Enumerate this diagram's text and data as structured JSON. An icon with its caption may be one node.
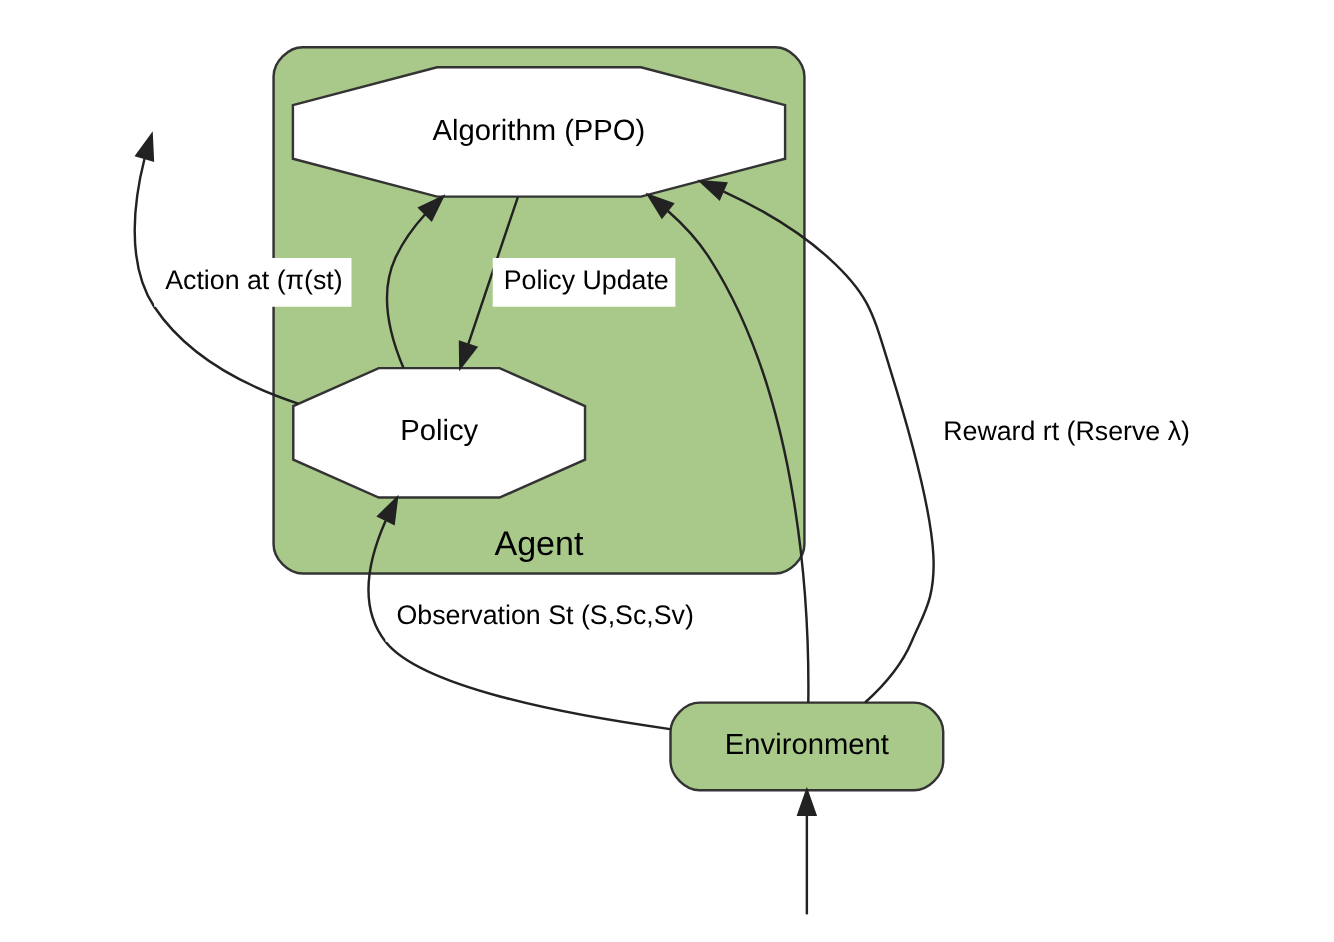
{
  "diagram": {
    "nodes": [
      {
        "text": [
          "Agent"
        ]
      },
      {
        "text": [
          "Policy"
        ],
        "in": 0
      },
      {
        "text": [
          "Algorithm (PPO)"
        ],
        "in": 0
      },
      {
        "text": [
          "Environment"
        ]
      }
    ],
    "edges": [
      {
        "from": 3,
        "to": 1,
        "arrow": "to",
        "label": "Observation St (S,Sc,Sv)"
      },
      {
        "from": 3,
        "to": 2,
        "arrow": "to"
      },
      {
        "from": 1,
        "to": null,
        "arrow": "to",
        "label": "Action at (π(st)"
      },
      {
        "from": 1,
        "to": 2,
        "arrow": "to"
      },
      {
        "from": 2,
        "to": 1,
        "arrow": "to",
        "label": "Policy Update"
      },
      {
        "from": 3,
        "to": 2,
        "arrow": "to",
        "label": "Reward rt (Rserve λ)"
      },
      {
        "from": null,
        "to": 3,
        "arrow": "to"
      }
    ]
  }
}
